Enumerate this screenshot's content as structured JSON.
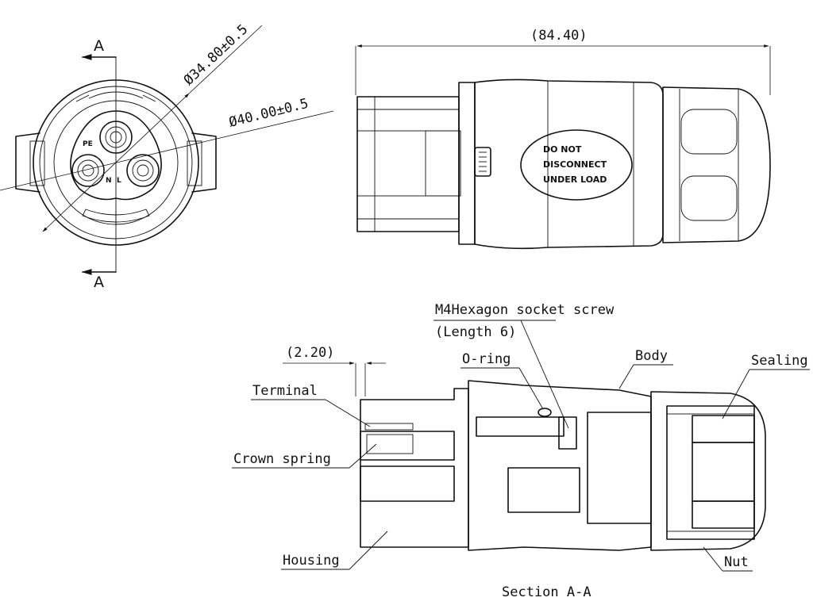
{
  "front_view": {
    "section_mark_top": "A",
    "section_mark_bottom": "A",
    "dim_inner": "Ø34.80±0.5",
    "dim_outer": "Ø40.00±0.5",
    "pin_pe": "PE",
    "pin_n": "N",
    "pin_l": "L"
  },
  "side_view": {
    "overall_length": "(84.40)",
    "warning_line1": "DO NOT",
    "warning_line2": "DISCONNECT",
    "warning_line3": "UNDER LOAD"
  },
  "section_view": {
    "caption": "Section A-A",
    "gap_dim": "(2.20)",
    "screw_label_prefix": "M4",
    "screw_label": "Hexagon socket screw",
    "screw_length": "(Length 6)",
    "labels": {
      "terminal": "Terminal",
      "crown_spring": "Crown spring",
      "housing": "Housing",
      "o_ring": "O-ring",
      "body": "Body",
      "sealing": "Sealing",
      "nut": "Nut"
    }
  }
}
